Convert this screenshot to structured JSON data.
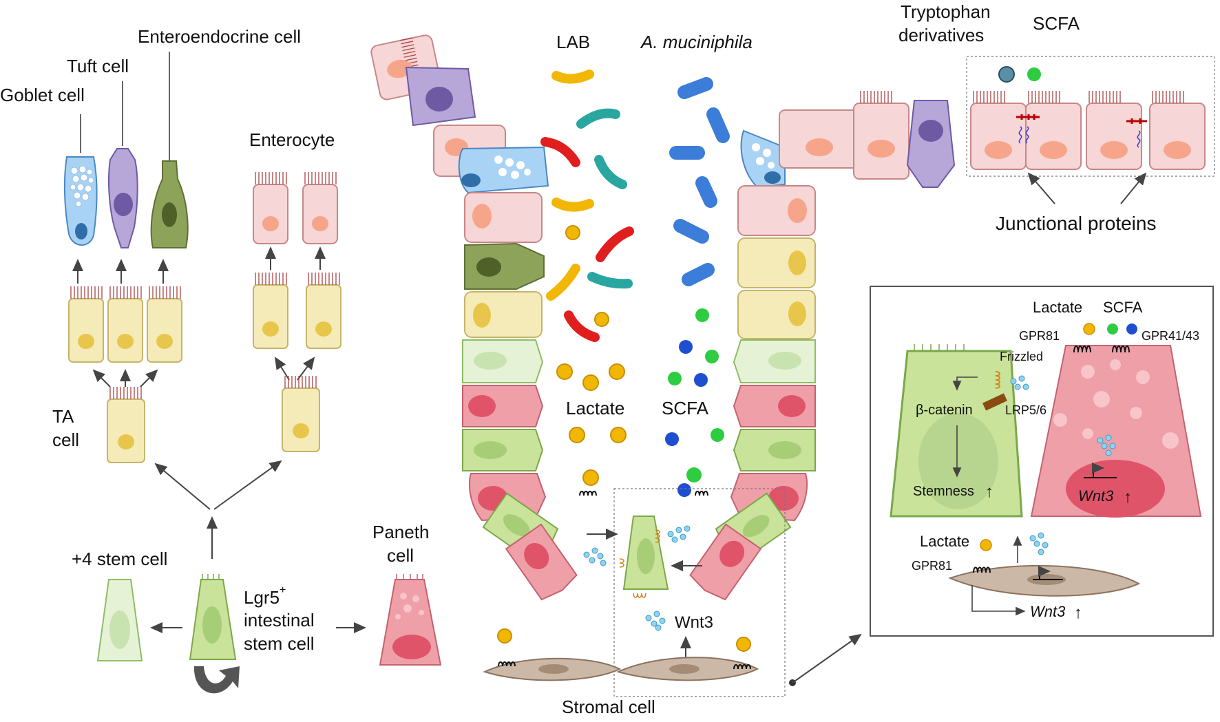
{
  "lineage": {
    "goblet": "Goblet cell",
    "tuft": "Tuft cell",
    "enteroendocrine": "Enteroendocrine cell",
    "enterocyte": "Enterocyte",
    "ta_line1": "TA",
    "ta_line2": "cell",
    "plus4": "+4 stem cell",
    "lgr5_main": "Lgr5",
    "lgr5_sup": "+",
    "lgr5_line2": "intestinal",
    "lgr5_line3": "stem cell",
    "paneth_line1": "Paneth",
    "paneth_line2": "cell"
  },
  "crypt": {
    "lab": "LAB",
    "akk": "A. muciniphila",
    "lactate": "Lactate",
    "scfa": "SCFA",
    "wnt3": "Wnt3",
    "stromal": "Stromal cell"
  },
  "barrier": {
    "tryp_line1": "Tryptophan",
    "tryp_line2": "derivatives",
    "scfa": "SCFA",
    "junctional": "Junctional proteins"
  },
  "inset": {
    "lactate_top": "Lactate",
    "scfa_top": "SCFA",
    "gpr81_top": "GPR81",
    "gpr4143": "GPR41/43",
    "frizzled": "Frizzled",
    "lrp": "LRP5/6",
    "bcatenin": "β-catenin",
    "stemness": "Stemness",
    "up": "↑",
    "wnt3": "Wnt3",
    "lactate_bottom": "Lactate",
    "gpr81_bottom": "GPR81"
  },
  "colors": {
    "goblet": "#a9d3f5",
    "tuft": "#b7a6d8",
    "ee": "#8ea35a",
    "enterocyte": "#f6d6d6",
    "ta": "#f5ebb8",
    "stem": "#c9e39a",
    "plus4": "#e6f2d6",
    "paneth": "#ef9fa7",
    "stromal": "#cbb8a6",
    "lab_yellow": "#f2b705",
    "lab_teal": "#2aa6a1",
    "lab_red": "#e01e1e",
    "akk_blue": "#3b7dd8",
    "scfa_green": "#2ecc40",
    "scfa_blue": "#1f4fd1",
    "lactate_dot": "#f2b705"
  }
}
